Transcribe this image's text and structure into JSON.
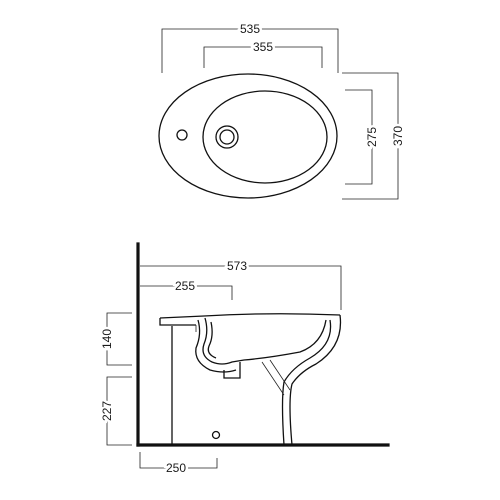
{
  "drawing": {
    "top_view": {
      "overall_width": "535",
      "bowl_width": "355",
      "bowl_depth": "275",
      "overall_depth": "370"
    },
    "side_view": {
      "overall_length": "573",
      "bowl_offset": "255",
      "rim_height": "140",
      "floor_to_inlet": "227",
      "drain_offset": "250"
    }
  }
}
